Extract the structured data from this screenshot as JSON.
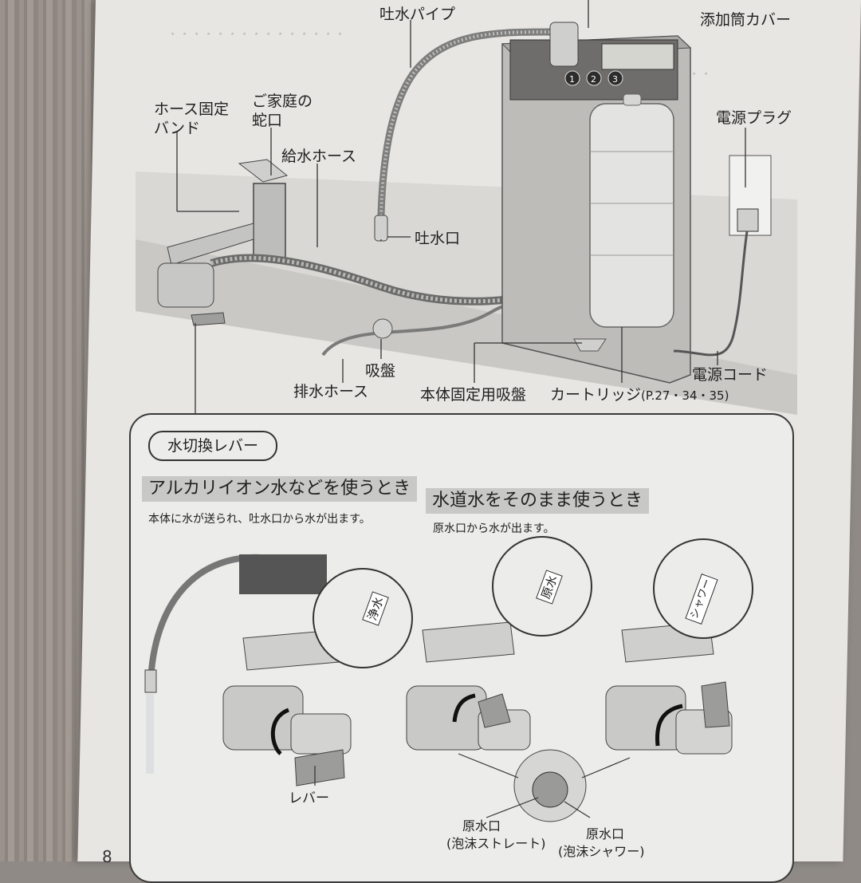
{
  "labels": {
    "discharge_pipe": "吐水パイプ",
    "calcium_cover": "添加筒カバー",
    "hose_band_line1": "ホース固定",
    "hose_band_line2": "バンド",
    "home_faucet_line1": "ご家庭の",
    "home_faucet_line2": "蛇口",
    "supply_hose": "給水ホース",
    "power_plug": "電源プラグ",
    "spout": "吐水口",
    "suction_cup": "吸盤",
    "drain_hose": "排水ホース",
    "body_suction_cup": "本体固定用吸盤",
    "cartridge": "カートリッジ",
    "cartridge_pages": "(P.27・34・35)",
    "power_cord": "電源コード"
  },
  "inset": {
    "title": "水切換レバー",
    "left_heading": "アルカリイオン水などを使うとき",
    "left_sub": "本体に水が送られ、吐水口から水が出ます。",
    "right_heading": "水道水をそのまま使うとき",
    "right_sub": "原水口から水が出ます。",
    "tag_purified": "浄水",
    "tag_raw": "原水",
    "tag_shower": "シャワー",
    "lever": "レバー",
    "raw_straight_line1": "原水口",
    "raw_straight_line2": "(泡沫ストレート)",
    "raw_shower_line1": "原水口",
    "raw_shower_line2": "(泡沫シャワー)"
  },
  "device_panel": {
    "buttons": [
      "1",
      "2",
      "3"
    ]
  },
  "page_number": "8"
}
